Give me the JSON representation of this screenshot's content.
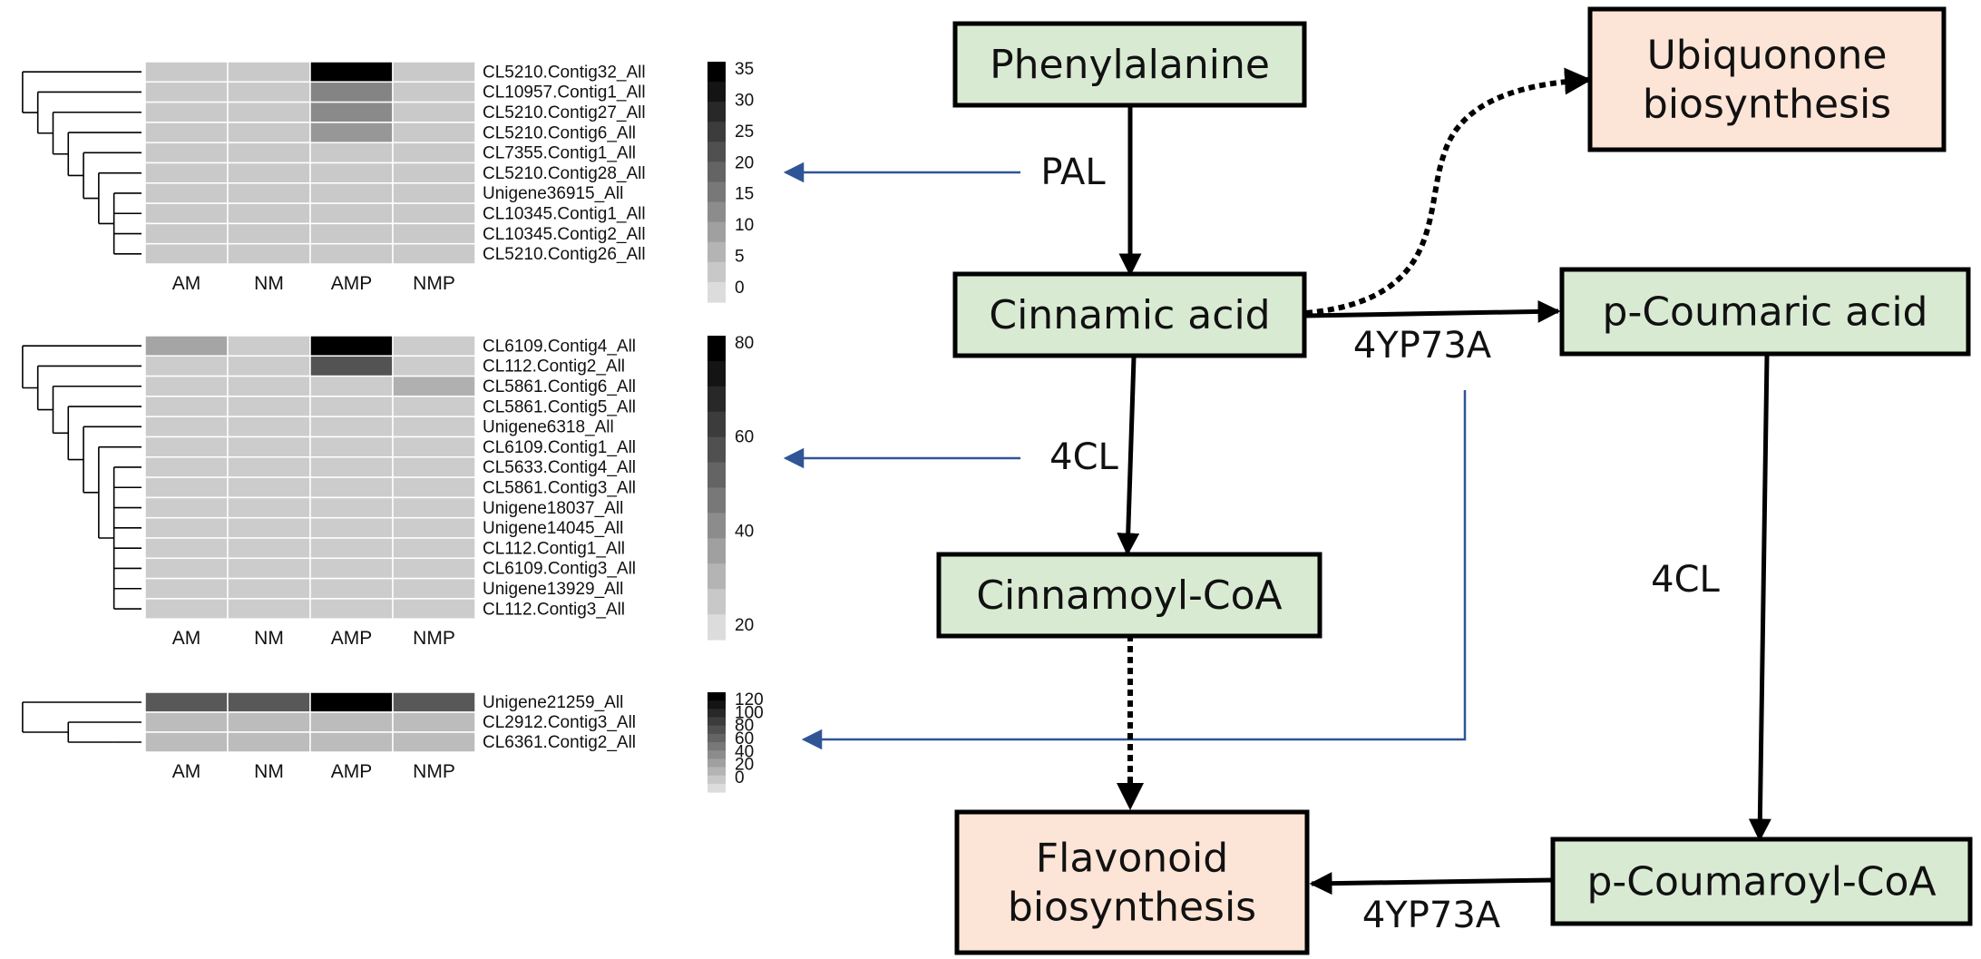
{
  "heatmaps": [
    {
      "id": "pal",
      "columns": [
        "AM",
        "NM",
        "AMP",
        "NMP"
      ],
      "rows": [
        "CL5210.Contig32_All",
        "CL10957.Contig1_All",
        "CL5210.Contig27_All",
        "CL5210.Contig6_All",
        "CL7355.Contig1_All",
        "CL5210.Contig28_All",
        "Unigene36915_All",
        "CL10345.Contig1_All",
        "CL10345.Contig2_All",
        "CL5210.Contig26_All"
      ],
      "values": [
        [
          3,
          3,
          35,
          3
        ],
        [
          3,
          3,
          14,
          3
        ],
        [
          3,
          3,
          13,
          3
        ],
        [
          3,
          3,
          11,
          3
        ],
        [
          3,
          3,
          3,
          3
        ],
        [
          3,
          3,
          3,
          3
        ],
        [
          3,
          3,
          3,
          3
        ],
        [
          3,
          3,
          3,
          3
        ],
        [
          3,
          3,
          3,
          3
        ],
        [
          3,
          3,
          3,
          3
        ]
      ],
      "scale_max": 35,
      "colorbar_ticks": [
        "35",
        "30",
        "25",
        "20",
        "15",
        "10",
        "5",
        "0"
      ]
    },
    {
      "id": "4cl",
      "columns": [
        "AM",
        "NM",
        "AMP",
        "NMP"
      ],
      "rows": [
        "CL6109.Contig4_All",
        "CL112.Contig2_All",
        "CL5861.Contig6_All",
        "CL5861.Contig5_All",
        "Unigene6318_All",
        "CL6109.Contig1_All",
        "CL5633.Contig4_All",
        "CL5861.Contig3_All",
        "Unigene18037_All",
        "Unigene14045_All",
        "CL112.Contig1_All",
        "CL6109.Contig3_All",
        "Unigene13929_All",
        "CL112.Contig3_All"
      ],
      "values": [
        [
          20,
          6,
          80,
          6
        ],
        [
          6,
          6,
          50,
          6
        ],
        [
          6,
          6,
          6,
          16
        ],
        [
          6,
          6,
          6,
          6
        ],
        [
          6,
          6,
          6,
          6
        ],
        [
          6,
          6,
          6,
          6
        ],
        [
          6,
          6,
          6,
          6
        ],
        [
          6,
          6,
          6,
          6
        ],
        [
          6,
          6,
          6,
          6
        ],
        [
          6,
          6,
          6,
          6
        ],
        [
          6,
          6,
          6,
          6
        ],
        [
          6,
          6,
          6,
          6
        ],
        [
          6,
          6,
          6,
          6
        ],
        [
          6,
          6,
          6,
          6
        ]
      ],
      "scale_max": 80,
      "colorbar_ticks": [
        "80",
        "60",
        "40",
        "20"
      ]
    },
    {
      "id": "4yp73a",
      "columns": [
        "AM",
        "NM",
        "AMP",
        "NMP"
      ],
      "rows": [
        "Unigene21259_All",
        "CL2912.Contig3_All",
        "CL6361.Contig2_All"
      ],
      "values": [
        [
          75,
          75,
          125,
          75
        ],
        [
          18,
          18,
          18,
          18
        ],
        [
          18,
          18,
          18,
          18
        ]
      ],
      "scale_max": 125,
      "colorbar_ticks": [
        "120",
        "100",
        "80",
        "60",
        "40",
        "20",
        "0"
      ]
    }
  ],
  "pathway": {
    "nodes": {
      "phenylalanine": [
        "Phenylalanine"
      ],
      "cinnamic_acid": [
        "Cinnamic acid"
      ],
      "p_coumaric_acid": [
        "p-Coumaric acid"
      ],
      "cinnamoyl_coa": [
        "Cinnamoyl-CoA"
      ],
      "p_coumaroyl_coa": [
        "p-Coumaroyl-CoA"
      ],
      "ubiquonone": [
        "Ubiquonone",
        "biosynthesis"
      ],
      "flavonoid": [
        "Flavonoid",
        "biosynthesis"
      ]
    },
    "enzymes": {
      "pal": "PAL",
      "cl4_left": "4CL",
      "cl4_right": "4CL",
      "cyp_top": "4YP73A",
      "cyp_bottom": "4YP73A"
    }
  },
  "colors": {
    "compound_fill": "#d9ead3",
    "pathway_fill": "#fce4d6",
    "link_arrow": "#2f5597",
    "dendrogram": "#000000"
  }
}
